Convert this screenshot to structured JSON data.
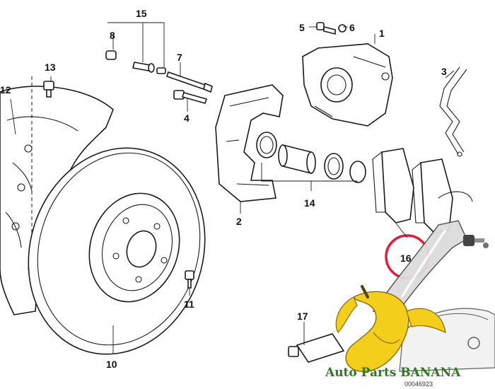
{
  "diagram": {
    "labels": {
      "p1": "1",
      "p2": "2",
      "p3": "3",
      "p4": "4",
      "p5": "5",
      "p6": "6",
      "p7": "7",
      "p8": "8",
      "p10": "10",
      "p11": "11",
      "p12": "12",
      "p13": "13",
      "p14": "14",
      "p15": "15",
      "p16": "16",
      "p17": "17"
    },
    "highlight_color": "#e8193a",
    "line_color": "#1a1a1a"
  },
  "watermark": {
    "brand_text": "Auto Parts BANANA",
    "brand_color": "#2a7a1e",
    "banana_color": "#f3cf1c",
    "part_code": "00046923"
  }
}
